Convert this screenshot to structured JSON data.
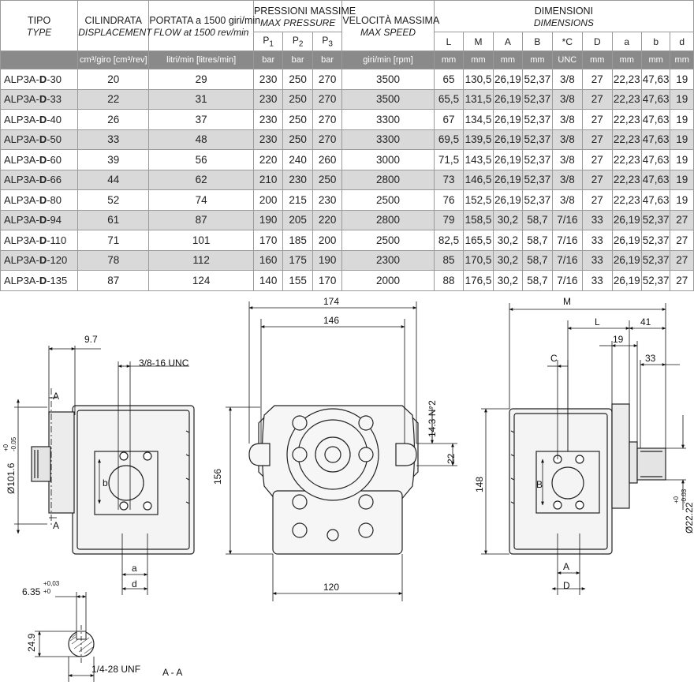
{
  "header": {
    "tipo": "TIPO",
    "type": "TYPE",
    "cilindrata": "CILINDRATA",
    "displacement": "DISPLACEMENT",
    "portata": "PORTATA a 1500 giri/min",
    "flow": "FLOW at 1500 rev/min",
    "pressioni": "PRESSIONI MASSIME",
    "max_pressure": "MAX PRESSURE",
    "p1": "P",
    "p2": "P",
    "p3": "P",
    "p1_sub": "1",
    "p2_sub": "2",
    "p3_sub": "3",
    "velocita": "VELOCITÀ MASSIMA",
    "max_speed": "MAX SPEED",
    "dimensioni": "DIMENSIONI",
    "dimensions": "DIMENSIONS",
    "dims": [
      "L",
      "M",
      "A",
      "B",
      "*C",
      "D",
      "a",
      "b",
      "d"
    ]
  },
  "units": {
    "displacement": "cm³/giro [cm³/rev]",
    "flow": "litri/min [litres/min]",
    "p1": "bar",
    "p2": "bar",
    "p3": "bar",
    "speed": "giri/min [rpm]",
    "dims": [
      "mm",
      "mm",
      "mm",
      "mm",
      "UNC",
      "mm",
      "mm",
      "mm",
      "mm"
    ]
  },
  "rows": [
    {
      "pre": "ALP3A-",
      "mid": "D",
      "post": "-30",
      "disp": "20",
      "flow": "29",
      "p1": "230",
      "p2": "250",
      "p3": "270",
      "speed": "3500",
      "L": "65",
      "M": "130,5",
      "A": "26,19",
      "B": "52,37",
      "C": "3/8",
      "D": "27",
      "a": "22,23",
      "b": "47,63",
      "d": "19"
    },
    {
      "pre": "ALP3A-",
      "mid": "D",
      "post": "-33",
      "disp": "22",
      "flow": "31",
      "p1": "230",
      "p2": "250",
      "p3": "270",
      "speed": "3500",
      "L": "65,5",
      "M": "131,5",
      "A": "26,19",
      "B": "52,37",
      "C": "3/8",
      "D": "27",
      "a": "22,23",
      "b": "47,63",
      "d": "19"
    },
    {
      "pre": "ALP3A-",
      "mid": "D",
      "post": "-40",
      "disp": "26",
      "flow": "37",
      "p1": "230",
      "p2": "250",
      "p3": "270",
      "speed": "3300",
      "L": "67",
      "M": "134,5",
      "A": "26,19",
      "B": "52,37",
      "C": "3/8",
      "D": "27",
      "a": "22,23",
      "b": "47,63",
      "d": "19"
    },
    {
      "pre": "ALP3A-",
      "mid": "D",
      "post": "-50",
      "disp": "33",
      "flow": "48",
      "p1": "230",
      "p2": "250",
      "p3": "270",
      "speed": "3300",
      "L": "69,5",
      "M": "139,5",
      "A": "26,19",
      "B": "52,37",
      "C": "3/8",
      "D": "27",
      "a": "22,23",
      "b": "47,63",
      "d": "19"
    },
    {
      "pre": "ALP3A-",
      "mid": "D",
      "post": "-60",
      "disp": "39",
      "flow": "56",
      "p1": "220",
      "p2": "240",
      "p3": "260",
      "speed": "3000",
      "L": "71,5",
      "M": "143,5",
      "A": "26,19",
      "B": "52,37",
      "C": "3/8",
      "D": "27",
      "a": "22,23",
      "b": "47,63",
      "d": "19"
    },
    {
      "pre": "ALP3A-",
      "mid": "D",
      "post": "-66",
      "disp": "44",
      "flow": "62",
      "p1": "210",
      "p2": "230",
      "p3": "250",
      "speed": "2800",
      "L": "73",
      "M": "146,5",
      "A": "26,19",
      "B": "52,37",
      "C": "3/8",
      "D": "27",
      "a": "22,23",
      "b": "47,63",
      "d": "19"
    },
    {
      "pre": "ALP3A-",
      "mid": "D",
      "post": "-80",
      "disp": "52",
      "flow": "74",
      "p1": "200",
      "p2": "215",
      "p3": "230",
      "speed": "2500",
      "L": "76",
      "M": "152,5",
      "A": "26,19",
      "B": "52,37",
      "C": "3/8",
      "D": "27",
      "a": "22,23",
      "b": "47,63",
      "d": "19"
    },
    {
      "pre": "ALP3A-",
      "mid": "D",
      "post": "-94",
      "disp": "61",
      "flow": "87",
      "p1": "190",
      "p2": "205",
      "p3": "220",
      "speed": "2800",
      "L": "79",
      "M": "158,5",
      "A": "30,2",
      "B": "58,7",
      "C": "7/16",
      "D": "33",
      "a": "26,19",
      "b": "52,37",
      "d": "27"
    },
    {
      "pre": "ALP3A-",
      "mid": "D",
      "post": "-110",
      "disp": "71",
      "flow": "101",
      "p1": "170",
      "p2": "185",
      "p3": "200",
      "speed": "2500",
      "L": "82,5",
      "M": "165,5",
      "A": "30,2",
      "B": "58,7",
      "C": "7/16",
      "D": "33",
      "a": "26,19",
      "b": "52,37",
      "d": "27"
    },
    {
      "pre": "ALP3A-",
      "mid": "D",
      "post": "-120",
      "disp": "78",
      "flow": "112",
      "p1": "160",
      "p2": "175",
      "p3": "190",
      "speed": "2300",
      "L": "85",
      "M": "170,5",
      "A": "30,2",
      "B": "58,7",
      "C": "7/16",
      "D": "33",
      "a": "26,19",
      "b": "52,37",
      "d": "27"
    },
    {
      "pre": "ALP3A-",
      "mid": "D",
      "post": "-135",
      "disp": "87",
      "flow": "124",
      "p1": "140",
      "p2": "155",
      "p3": "170",
      "speed": "2000",
      "L": "88",
      "M": "176,5",
      "A": "30,2",
      "B": "58,7",
      "C": "7/16",
      "D": "33",
      "a": "26,19",
      "b": "52,37",
      "d": "27"
    }
  ],
  "drawing": {
    "left_view": {
      "dim_9_7": "9.7",
      "thread": "3/8-16 UNC",
      "section_a_top": "A",
      "section_a_bottom": "A",
      "pilot_diam": "Ø101.6",
      "pilot_tol_upper": "+0",
      "pilot_tol_lower": "-0.05",
      "label_b": "b",
      "label_a": "a",
      "label_d": "d"
    },
    "front_view": {
      "dim_174": "174",
      "dim_146": "146",
      "dim_156": "156",
      "dim_120": "120",
      "dim_14_3": "14.3 N°2",
      "dim_22": "22"
    },
    "right_view": {
      "label_M": "M",
      "label_L": "L",
      "dim_41": "41",
      "dim_19": "19",
      "dim_33": "33",
      "label_C": "C",
      "label_B": "B",
      "dim_148": "148",
      "shaft_diam": "Ø22.22",
      "shaft_tol_upper": "+0",
      "shaft_tol_lower": "-0.03",
      "label_A": "A",
      "label_D": "D"
    },
    "section": {
      "key_width": "6.35",
      "key_tol_upper": "+0,03",
      "key_tol_lower": "+0",
      "dim_24_9": "24.9",
      "thread": "1/4-28 UNF",
      "label": "A - A"
    }
  }
}
